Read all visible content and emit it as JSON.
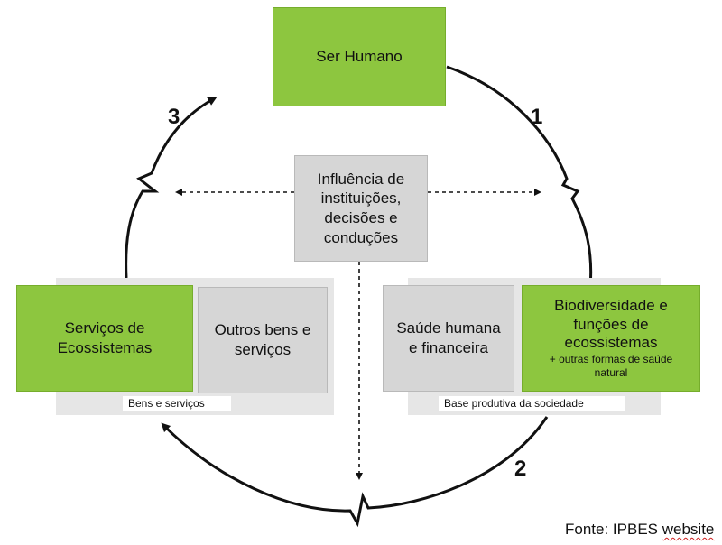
{
  "nodes": {
    "ser_humano": "Ser Humano",
    "influencia": [
      "Influência de",
      "instituições,",
      "decisões e",
      "conduções"
    ],
    "servicos": [
      "Serviços de",
      "Ecossistemas"
    ],
    "outros": [
      "Outros bens e",
      "serviços"
    ],
    "saude": [
      "Saúde humana",
      "e financeira"
    ],
    "biodiversidade": [
      "Biodiversidade e",
      "funções de",
      "ecossistemas"
    ],
    "biodiversidade_sub": [
      "+ outras formas de saúde",
      "natural"
    ]
  },
  "labels": {
    "bens_servicos": "Bens e serviços",
    "base_produtiva": "Base produtiva da sociedade"
  },
  "steps": [
    "1",
    "2",
    "3"
  ],
  "source": {
    "prefix": "Fonte: IPBES ",
    "word": "website"
  },
  "colors": {
    "green": "#8dc63f",
    "grey": "#d6d6d6",
    "line": "#111111"
  }
}
